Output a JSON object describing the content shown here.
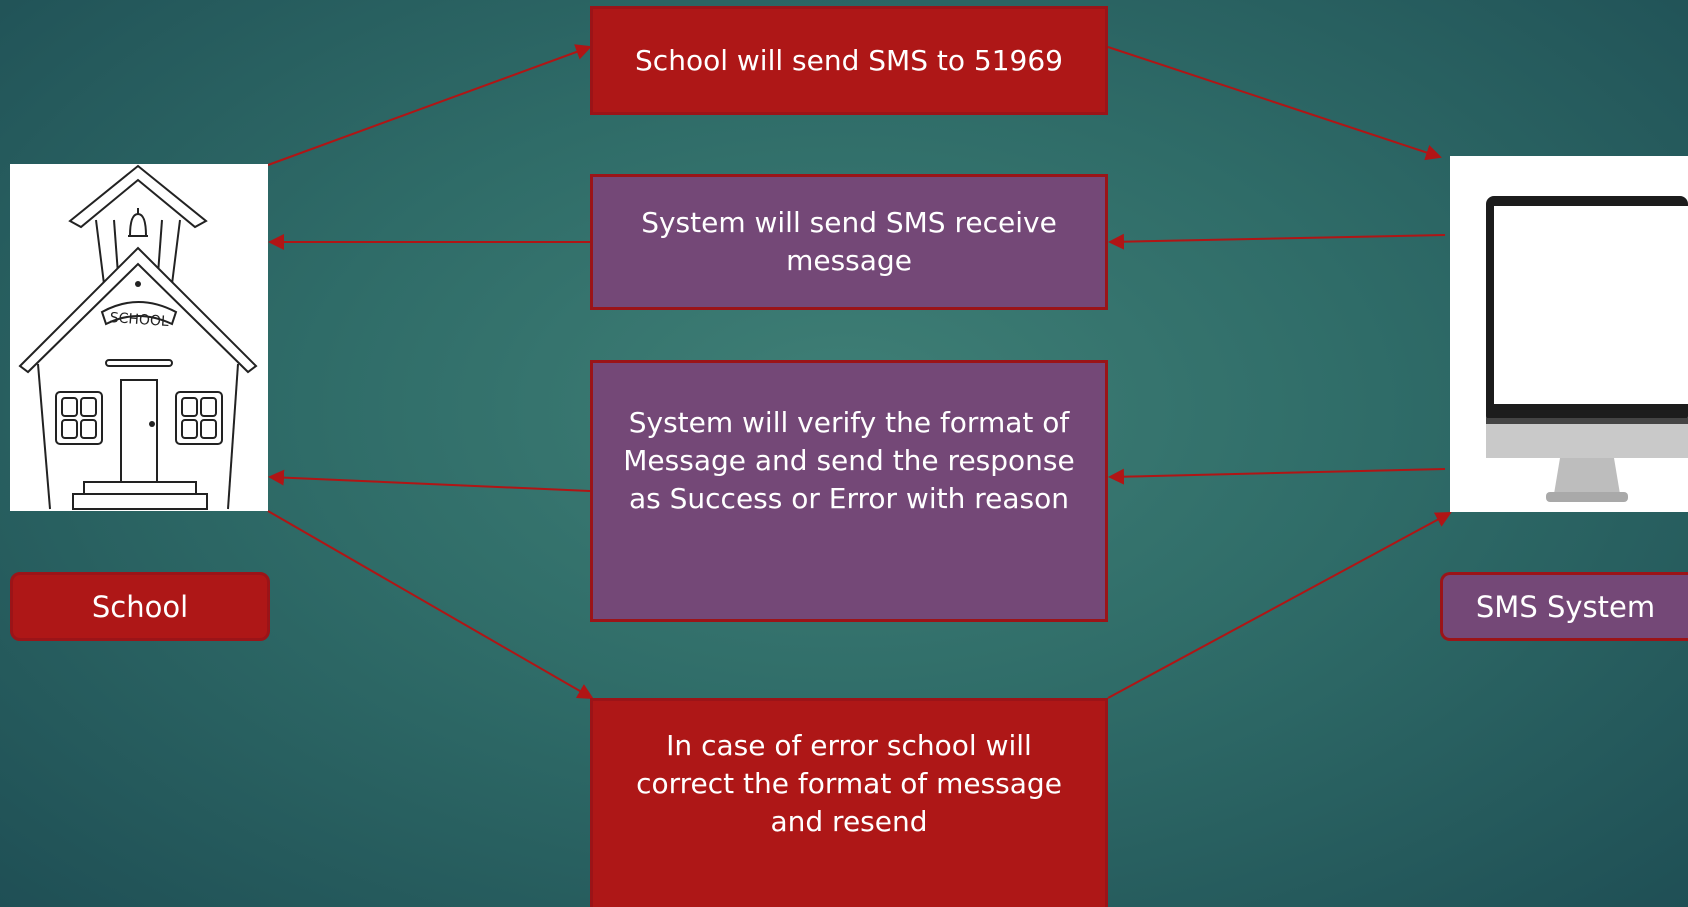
{
  "actors": {
    "school_label": "School",
    "sms_system_label": "SMS System",
    "school_sign": "SCHOOL"
  },
  "steps": [
    {
      "text": "School will send SMS to 51969"
    },
    {
      "text": "System will send SMS receive message"
    },
    {
      "text": "System will verify the format of Message and send the response as Success or Error with reason"
    },
    {
      "text": "In case of error school will correct the format of message and resend"
    }
  ],
  "colors": {
    "red_box": "#ae1717",
    "purple_box": "#744877",
    "arrow": "#b01515",
    "border": "#9b1418"
  }
}
